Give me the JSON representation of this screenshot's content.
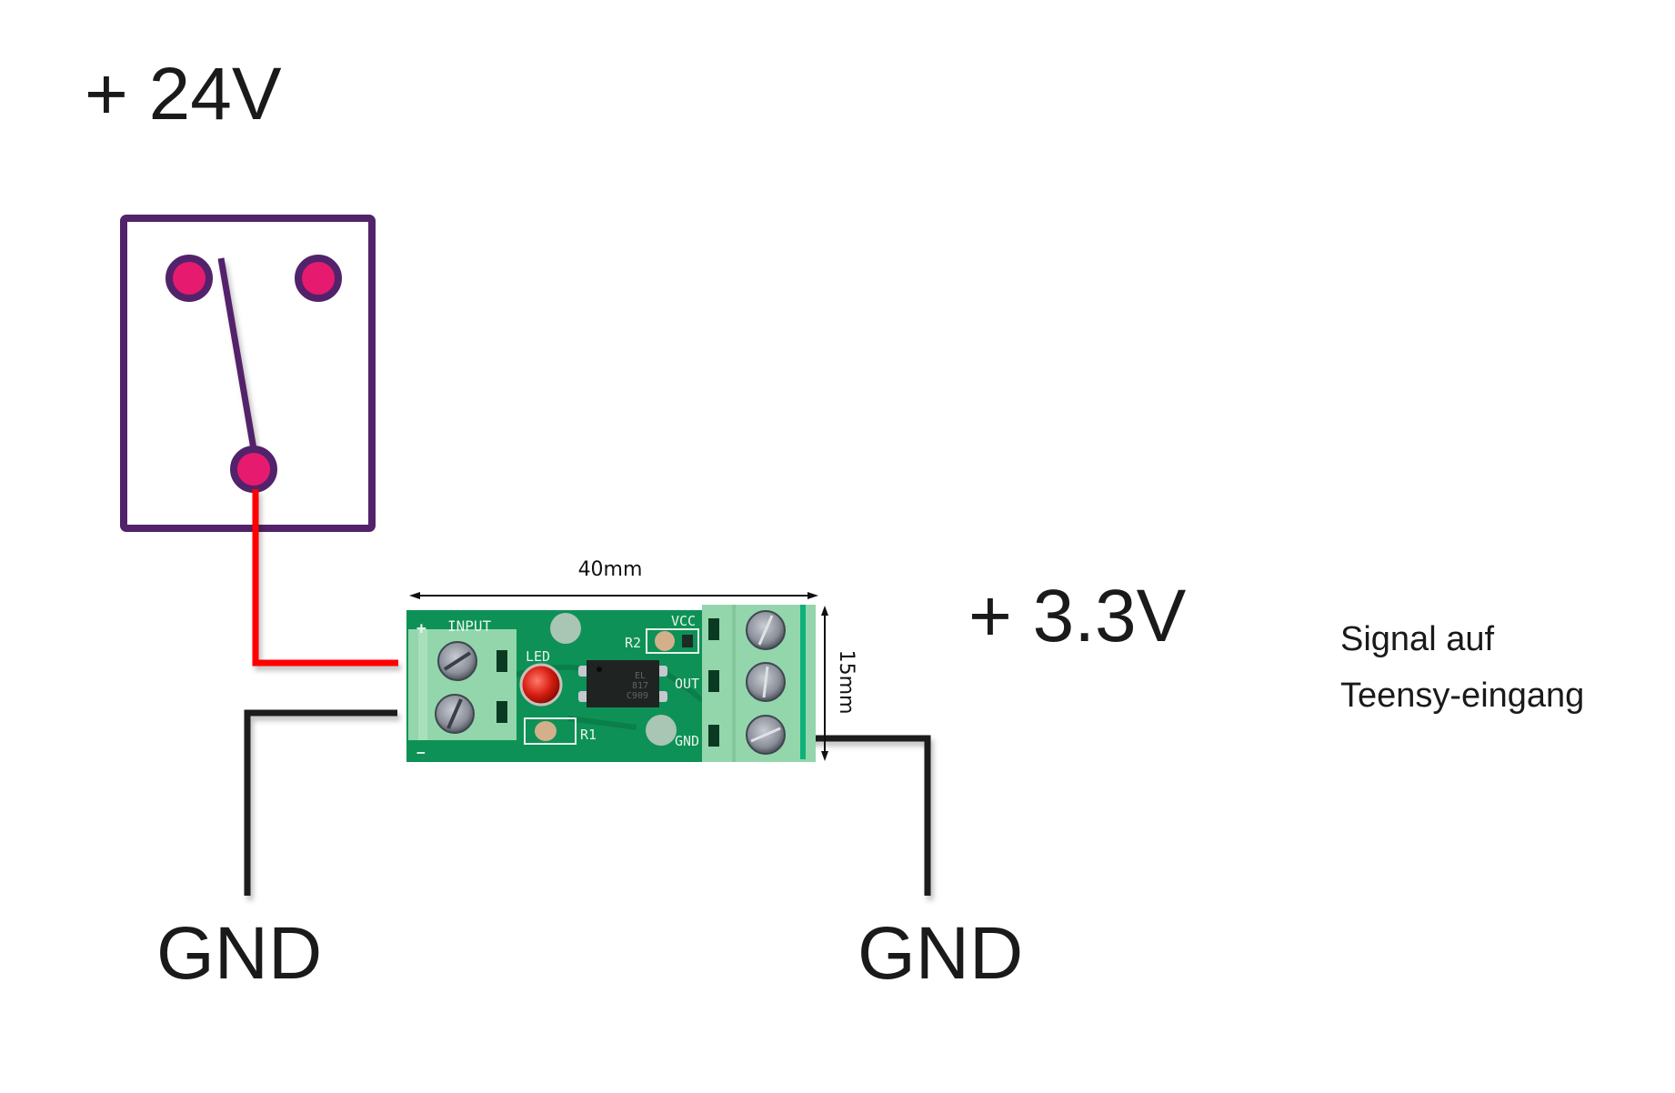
{
  "labels": {
    "supply_24v": "+ 24V",
    "supply_3v3": "+ 3.3V",
    "gnd_left": "GND",
    "gnd_right": "GND",
    "signal_line1": "Signal auf",
    "signal_line2": "Teensy-eingang"
  },
  "module": {
    "width_dimension": "40mm",
    "height_dimension": "15mm",
    "input_label": "INPUT",
    "plus_label": "+",
    "minus_label": "−",
    "led_label": "LED",
    "r1_label": "R1",
    "r2_label": "R2",
    "vcc_label": "VCC",
    "out_label": "OUT",
    "gnd_label": "GND",
    "chip_line1": "EL",
    "chip_line2": "817",
    "chip_line3": "C909"
  },
  "colors": {
    "wire_24v": "#ff0000",
    "wire_gnd": "#1a1a1a",
    "wire_vcc": "#f09999",
    "wire_signal": "#fbb900",
    "switch_outline": "#52236a",
    "switch_contact": "#e61a6e",
    "pcb": "#0e9156",
    "terminal": "#93d6ab"
  }
}
